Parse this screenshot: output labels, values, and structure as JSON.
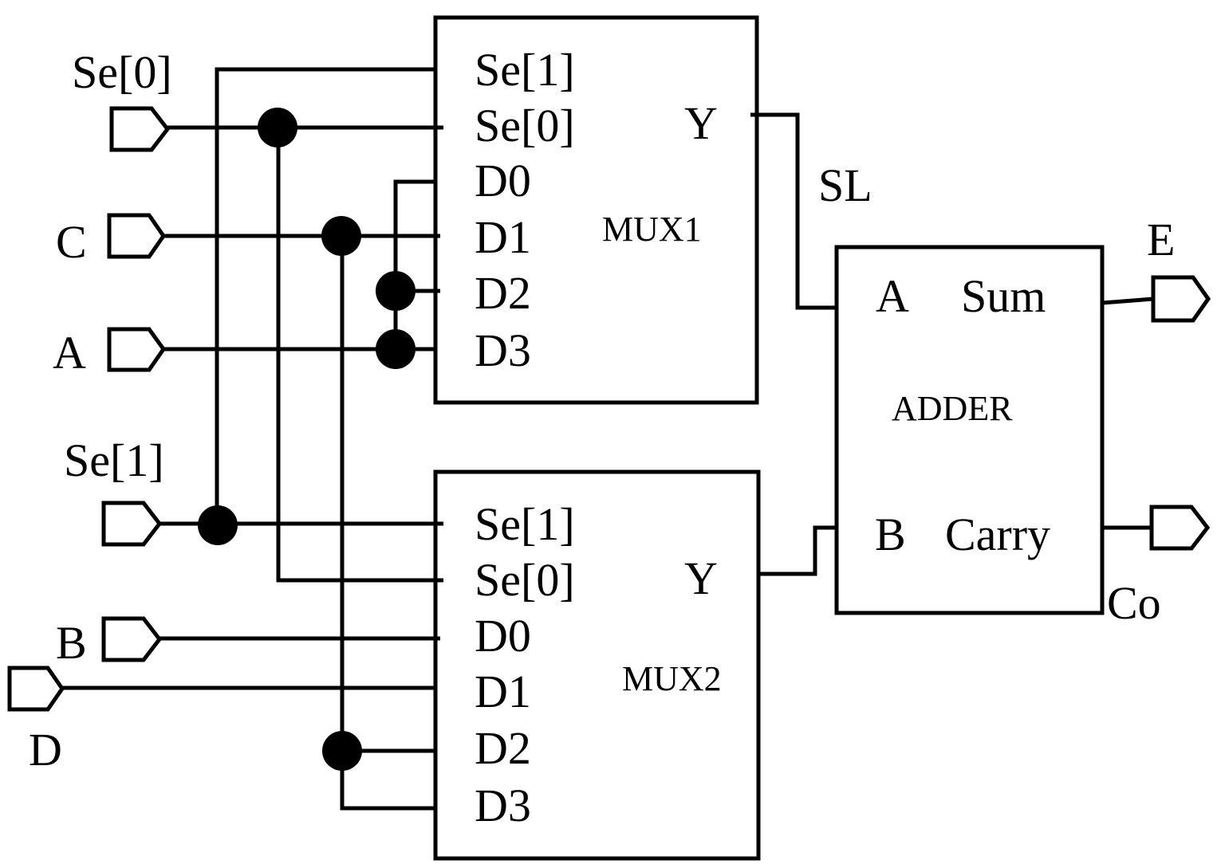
{
  "inputs": {
    "se0": "Se[0]",
    "c": "C",
    "a": "A",
    "se1": "Se[1]",
    "b": "B",
    "d": "D"
  },
  "mux1": {
    "name": "MUX1",
    "ports": [
      "Se[1]",
      "Se[0]",
      "D0",
      "D1",
      "D2",
      "D3"
    ],
    "output": "Y"
  },
  "mux2": {
    "name": "MUX2",
    "ports": [
      "Se[1]",
      "Se[0]",
      "D0",
      "D1",
      "D2",
      "D3"
    ],
    "output": "Y"
  },
  "adder": {
    "name": "ADDER",
    "in_a": "A",
    "in_b": "B",
    "out_sum": "Sum",
    "out_carry": "Carry"
  },
  "signals": {
    "sl": "SL",
    "e": "E",
    "co": "Co"
  }
}
